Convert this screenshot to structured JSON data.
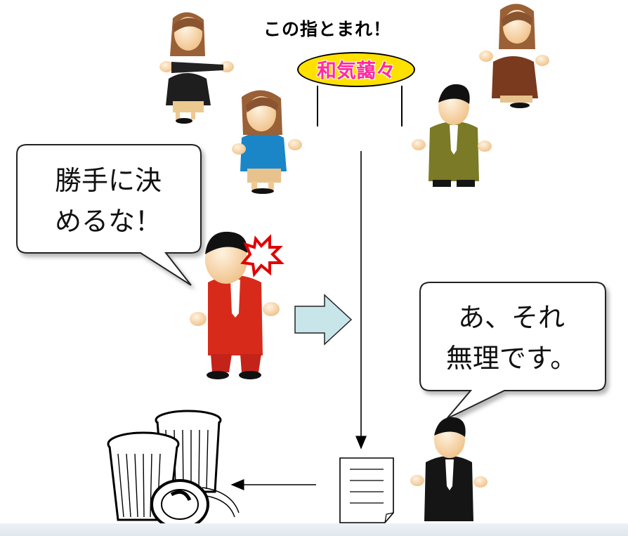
{
  "heading": "この指とまれ！",
  "sign_label": "和気藹々",
  "bubble_left": {
    "line1": "勝手に決",
    "line2": "めるな！"
  },
  "bubble_right": {
    "line1": "あ、それ",
    "line2": "無理です。"
  },
  "colors": {
    "sign_fill": "#ffe100",
    "sign_text": "#ff2aa0",
    "arrow_fill": "#c8e6ea",
    "angry_suit": "#d82a1a",
    "anger_mark": "#e00000"
  },
  "icons": [
    "woman-figure",
    "man-figure",
    "angry-man-figure",
    "anger-mark-icon",
    "document-icon",
    "trash-cans-icon",
    "block-arrow-icon"
  ]
}
